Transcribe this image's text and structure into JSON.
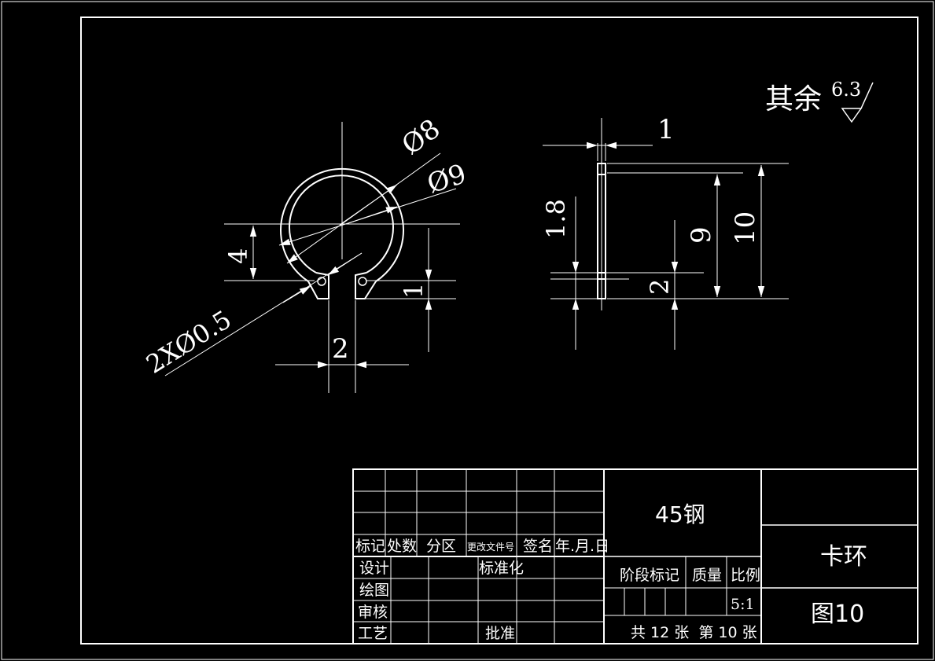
{
  "drawing": {
    "roughness_label": "其余",
    "roughness_value": "6.3",
    "front_view": {
      "dim_outer_dia": "Ø8",
      "dim_inner_dia": "Ø9",
      "dim_height_4": "4",
      "dim_hole": "2XØ0.5",
      "dim_gap_2": "2",
      "dim_1": "1"
    },
    "side_view": {
      "dim_thickness": "1",
      "dim_1_8": "1.8",
      "dim_9": "9",
      "dim_10": "10",
      "dim_2": "2"
    }
  },
  "title_block": {
    "material": "45钢",
    "part_name": "卡环",
    "drawing_no": "图10",
    "scale_value": "5:1",
    "sheet_info": "共 12 张  第 10 张",
    "rev_headers": [
      "标记",
      "处数",
      "分区",
      "更改文件号",
      "签名",
      "年.月.日"
    ],
    "role_design": "设计",
    "role_standard": "标准化",
    "role_draw": "绘图",
    "role_review": "审核",
    "role_process": "工艺",
    "role_approve": "批准",
    "stage_mark": "阶段标记",
    "mass": "质量",
    "scale": "比例"
  },
  "colors": {
    "background": "#000000",
    "lines": "#ffffff"
  }
}
